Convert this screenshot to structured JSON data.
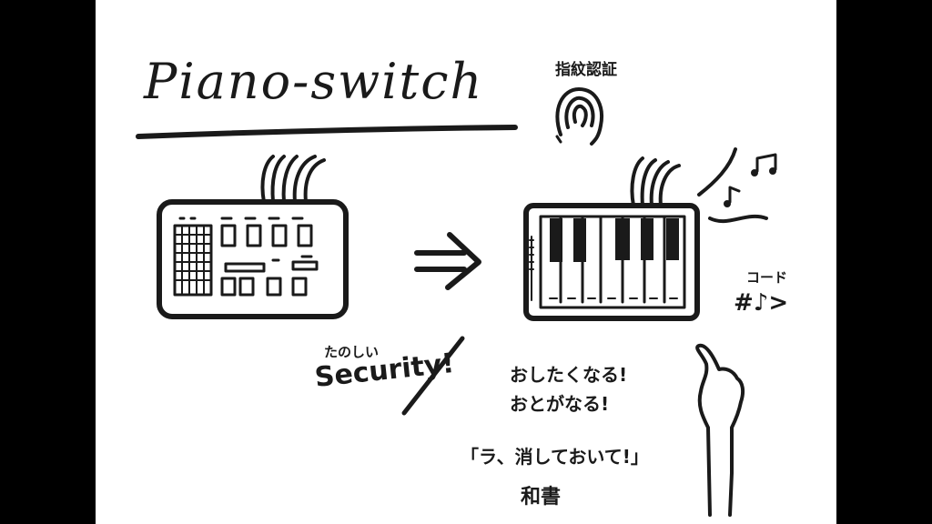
{
  "title": "Piano-switch",
  "finger_label": "指紋認証",
  "code_label": "コード",
  "code_symbols": "#♪>",
  "fun_label": "たのしい",
  "security_label": "Security!",
  "line1": "おしたくなる!",
  "line2": "おとがなる!",
  "quote": "「ラ、消しておいて!」",
  "name": "和書",
  "icons": [
    "fingerprint-icon",
    "music-notes-icon",
    "arrow-icon",
    "pointing-hand-icon"
  ],
  "colors": {
    "ink": "#1a1a1a",
    "paper": "#ffffff",
    "frame": "#000000"
  }
}
